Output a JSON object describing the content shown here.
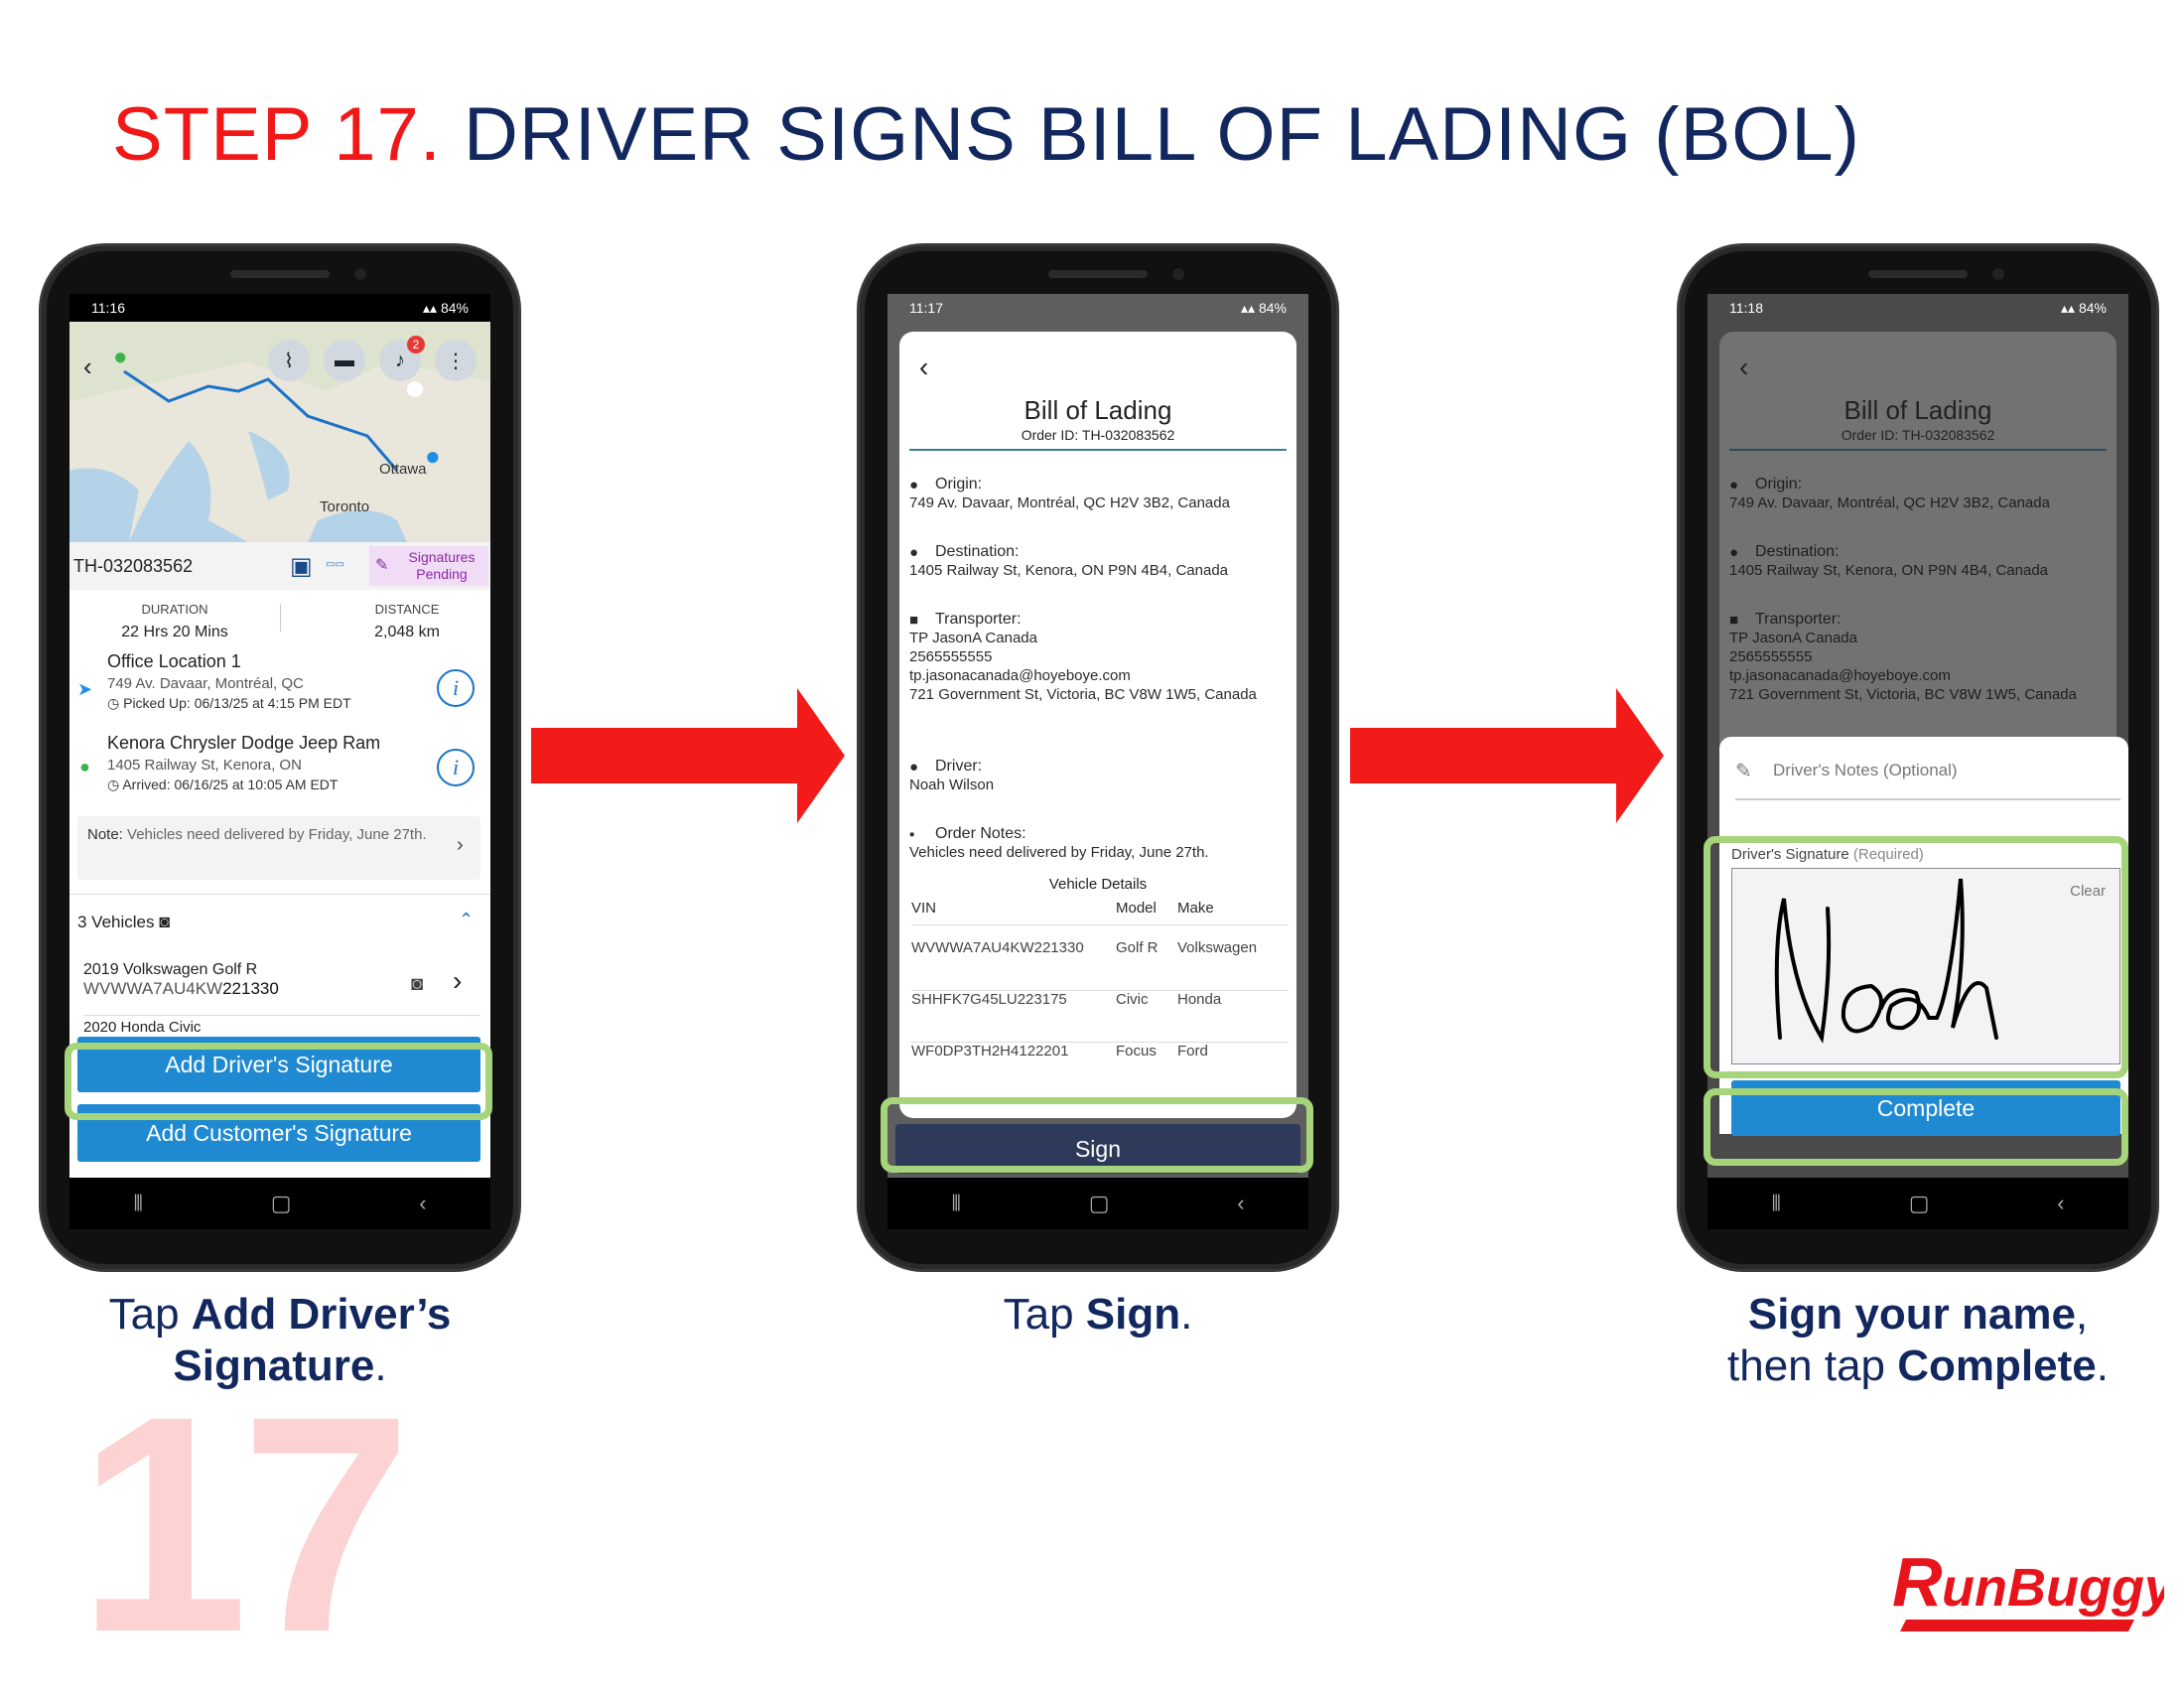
{
  "title": {
    "step": "STEP 17.",
    "main": "DRIVER SIGNS BILL OF LADING (BOL)"
  },
  "colors": {
    "step_red": "#f01818",
    "navy": "#12275e",
    "highlight_green": "#a6d47a",
    "button_blue": "#1f8ad1",
    "sign_button_navy": "#2d3a5a"
  },
  "phone1": {
    "status": {
      "time": "11:16",
      "battery": "84%"
    },
    "order_id": "TH-032083562",
    "signatures_badge": "Signatures Pending",
    "map": {
      "city1": "Ottawa",
      "city2": "Toronto",
      "notification_count": "2"
    },
    "duration_label": "DURATION",
    "duration_value": "22 Hrs 20 Mins",
    "distance_label": "DISTANCE",
    "distance_value": "2,048 km",
    "stop1": {
      "name": "Office Location 1",
      "address": "749 Av. Davaar, Montréal, QC",
      "time": "Picked Up: 06/13/25 at 4:15 PM EDT"
    },
    "stop2": {
      "name": "Kenora Chrysler Dodge Jeep Ram",
      "address": "1405 Railway St, Kenora, ON",
      "time": "Arrived: 06/16/25 at 10:05 AM EDT"
    },
    "note_label": "Note:",
    "note_text": "Vehicles need delivered by Friday, June 27th.",
    "vehicles_label": "3 Vehicles",
    "vehicle1_name": "2019 Volkswagen Golf R",
    "vehicle1_vin_a": "WVWWA7AU4KW",
    "vehicle1_vin_b": "221330",
    "vehicle2_name": "2020 Honda Civic",
    "add_driver_btn": "Add Driver's Signature",
    "add_customer_btn": "Add Customer's Signature"
  },
  "phone2": {
    "status": {
      "time": "11:17",
      "battery": "84%"
    },
    "heading": "Bill of Lading",
    "order_line": "Order ID: TH-032083562",
    "origin_label": "Origin:",
    "origin_value": "749 Av. Davaar, Montréal, QC H2V 3B2, Canada",
    "destination_label": "Destination:",
    "destination_value": "1405 Railway St, Kenora, ON P9N 4B4, Canada",
    "transporter_label": "Transporter:",
    "transporter_name": "TP JasonA Canada",
    "transporter_phone": "2565555555",
    "transporter_email": "tp.jasonacanada@hoyeboye.com",
    "transporter_address": "721 Government St, Victoria, BC V8W 1W5, Canada",
    "driver_label": "Driver:",
    "driver_value": "Noah Wilson",
    "notes_label": "Order Notes:",
    "notes_value": "Vehicles need delivered by Friday, June 27th.",
    "vehicle_details": "Vehicle Details",
    "table": {
      "headers": [
        "VIN",
        "Model",
        "Make"
      ],
      "rows": [
        [
          "WVWWA7AU4KW221330",
          "Golf R",
          "Volkswagen"
        ],
        [
          "SHHFK7G45LU223175",
          "Civic",
          "Honda"
        ],
        [
          "WF0DP3TH2H4122201",
          "Focus",
          "Ford"
        ]
      ]
    },
    "sign_btn": "Sign"
  },
  "phone3": {
    "status": {
      "time": "11:18",
      "battery": "84%"
    },
    "notes_placeholder": "Driver's Notes (Optional)",
    "sig_label": "Driver's Signature",
    "sig_req": "(Required)",
    "clear": "Clear",
    "complete_btn": "Complete"
  },
  "captions": {
    "c1_pre": "Tap ",
    "c1_bold": "Add Driver’s",
    "c1_bold2": "Signature",
    "c1_post": ".",
    "c2_pre": "Tap ",
    "c2_bold": "Sign",
    "c2_post": ".",
    "c3_bold": "Sign your name",
    "c3_mid": ",",
    "c3_pre2": "then tap ",
    "c3_bold2": "Complete",
    "c3_post": "."
  },
  "big_number": "17",
  "logo_text": "RunBuggy"
}
